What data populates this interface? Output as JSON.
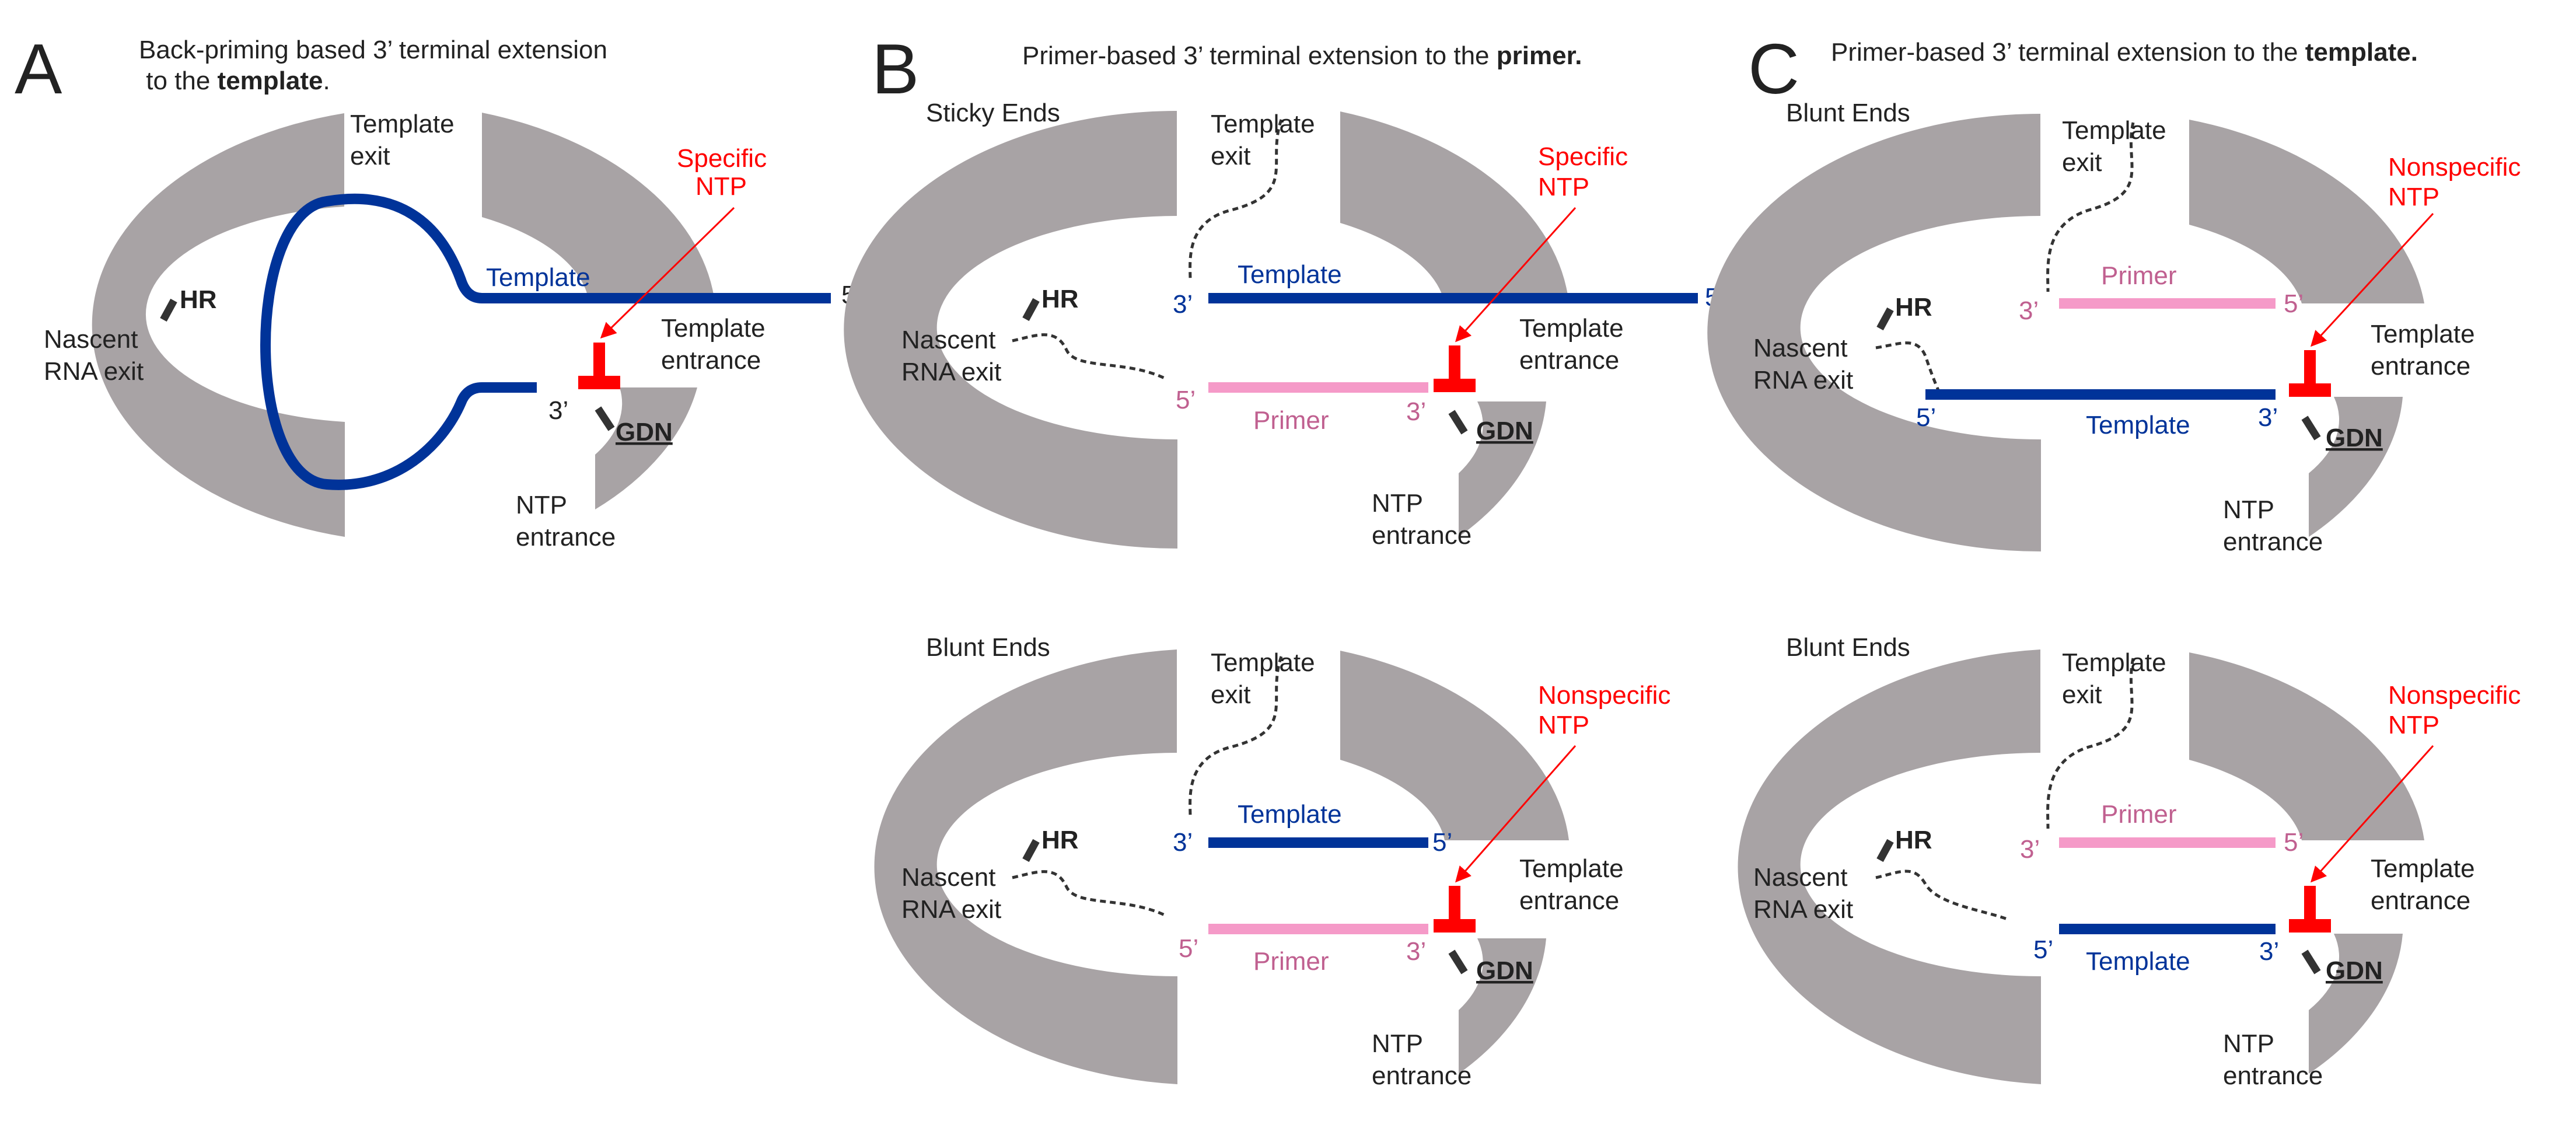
{
  "colors": {
    "ring": "#a8a3a5",
    "template_strand": "#003399",
    "primer_strand": "#f59ac8",
    "primer_text": "#c06090",
    "ntp": "#ff0000",
    "motif": "#333333"
  },
  "common": {
    "template_exit": [
      "Template",
      "exit"
    ],
    "template_entrance": [
      "Template",
      "entrance"
    ],
    "ntp_entrance": [
      "NTP",
      "entrance"
    ],
    "nascent_rna_exit": [
      "Nascent",
      "RNA exit"
    ],
    "hr": "HR",
    "gdn": "GDN",
    "template": "Template",
    "primer": "Primer",
    "three_prime": "3’",
    "five_prime": "5’"
  },
  "panels": [
    {
      "letter": "A",
      "title_line1": "Back-priming based 3’ terminal extension",
      "title_line2_pre": " to the ",
      "title_line2_bold": "template",
      "title_line2_post": ".",
      "ntp_label": [
        "Specific",
        "NTP"
      ]
    },
    {
      "letter": "B",
      "title_pre": "Primer-based 3’ terminal extension to the ",
      "title_bold": "primer.",
      "diagrams": [
        {
          "ends": "Sticky Ends",
          "ntp_label": [
            "Specific",
            "NTP"
          ]
        },
        {
          "ends": "Blunt Ends",
          "ntp_label": [
            "Nonspecific",
            "NTP"
          ]
        }
      ]
    },
    {
      "letter": "C",
      "title_pre": "Primer-based 3’ terminal extension to the ",
      "title_bold": "template.",
      "diagrams": [
        {
          "ends": "Blunt Ends",
          "ntp_label": [
            "Nonspecific",
            "NTP"
          ]
        },
        {
          "ends": "Blunt Ends",
          "ntp_label": [
            "Nonspecific",
            "NTP"
          ]
        }
      ]
    }
  ]
}
